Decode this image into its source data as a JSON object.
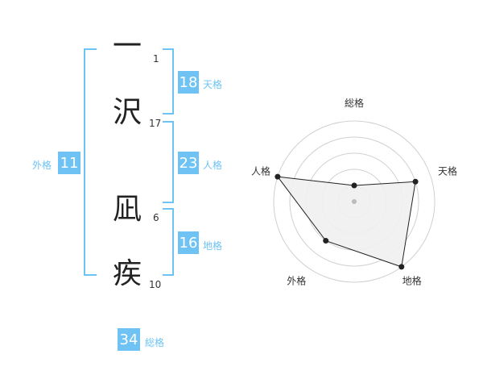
{
  "name": {
    "chars": [
      {
        "char": "一",
        "strokes": "1"
      },
      {
        "char": "沢",
        "strokes": "17"
      },
      {
        "char": "凪",
        "strokes": "6"
      },
      {
        "char": "疾",
        "strokes": "10"
      }
    ]
  },
  "kaku": {
    "tenkaku": {
      "value": "18",
      "label": "天格"
    },
    "jinkaku": {
      "value": "23",
      "label": "人格"
    },
    "chikaku": {
      "value": "16",
      "label": "地格"
    },
    "gaikaku": {
      "value": "11",
      "label": "外格"
    },
    "soukaku": {
      "value": "34",
      "label": "総格"
    }
  },
  "chart_data": {
    "type": "radar",
    "axes": [
      "総格",
      "天格",
      "地格",
      "外格",
      "人格"
    ],
    "values": [
      0.2,
      0.8,
      1.0,
      0.6,
      1.0
    ],
    "rings": 5,
    "colors": {
      "fill": "#f0f0f0",
      "stroke": "#222222",
      "grid": "#d0d0d0",
      "center": "#bbbbbb"
    }
  }
}
